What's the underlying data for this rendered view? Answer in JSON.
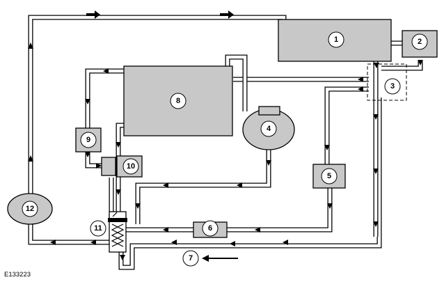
{
  "diagram": {
    "reference_code": "E133223",
    "callouts": {
      "c1": "1",
      "c2": "2",
      "c3": "3",
      "c4": "4",
      "c5": "5",
      "c6": "6",
      "c7": "7",
      "c8": "8",
      "c9": "9",
      "c10": "10",
      "c11": "11",
      "c12": "12"
    },
    "colors": {
      "component_fill": "#c8c8c8",
      "outline": "#000000",
      "background": "#ffffff"
    }
  }
}
